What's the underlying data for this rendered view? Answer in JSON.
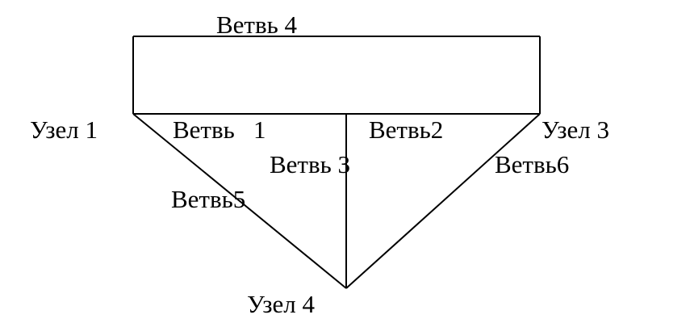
{
  "nodes": {
    "node1": "Узел 1",
    "node3": "Узел 3",
    "node4": "Узел 4"
  },
  "branches": {
    "branch1": "Ветвь   1",
    "branch2": "Ветвь2",
    "branch3": "Ветвь 3",
    "branch4": "Ветвь 4",
    "branch5": "Ветвь5",
    "branch6": "Ветвь6"
  },
  "colors": {
    "line": "#000000",
    "background": "#ffffff"
  }
}
